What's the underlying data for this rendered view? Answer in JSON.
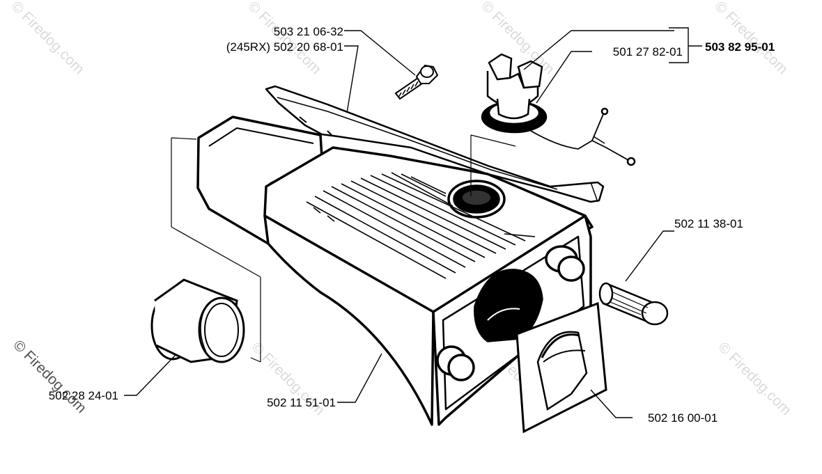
{
  "watermark": "© Firedog.com",
  "kit_number": "503 82 95-01",
  "labels": {
    "screw": "503 21 06-32",
    "strap": "(245RX) 502 20 68-01",
    "cap": "501 27 82-01",
    "bushing": "502 11 38-01",
    "ring": "502 28 24-01",
    "tank": "502 11 51-01",
    "gasket": "502 16 00-01"
  }
}
